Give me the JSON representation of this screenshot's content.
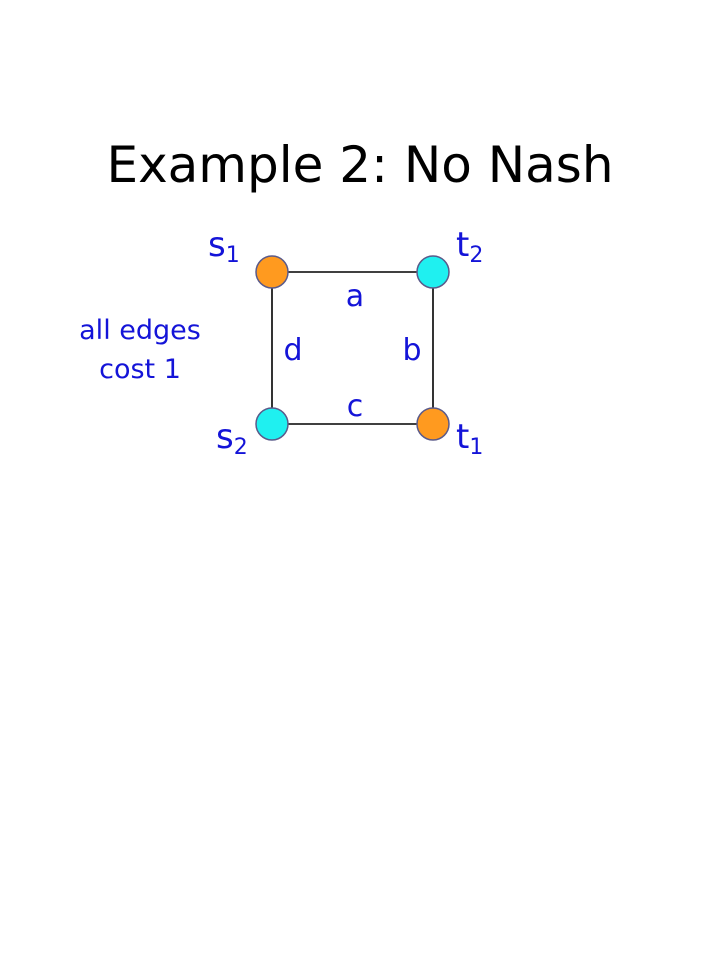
{
  "title": "Example 2: No Nash",
  "colors": {
    "text": "#000000",
    "label_blue": "#1414d8",
    "edge": "#000000",
    "node_orange": "#ff9a1f",
    "node_cyan": "#1ff0f0",
    "node_stroke": "#5a5a8a"
  },
  "nodes": {
    "s1": {
      "name": "s",
      "sub": "1"
    },
    "t2": {
      "name": "t",
      "sub": "2"
    },
    "s2": {
      "name": "s",
      "sub": "2"
    },
    "t1": {
      "name": "t",
      "sub": "1"
    }
  },
  "edges": {
    "a": "a",
    "b": "b",
    "c": "c",
    "d": "d"
  },
  "note": {
    "line1": "all edges",
    "line2": "cost 1"
  }
}
